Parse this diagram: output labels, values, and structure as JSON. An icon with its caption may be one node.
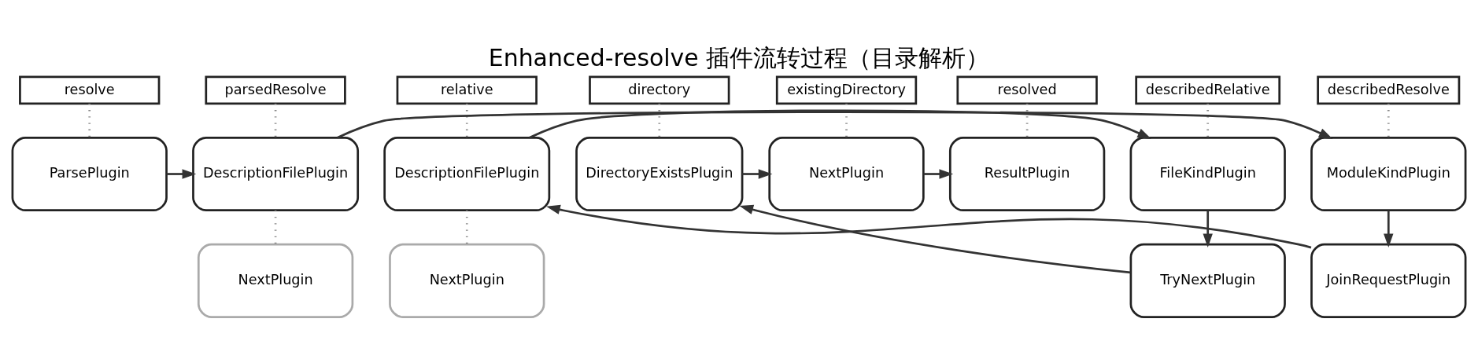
{
  "diagram": {
    "title": "Enhanced-resolve 插件流转过程（目录解析）",
    "nodes": [
      {
        "text": [
          "resolve"
        ]
      },
      {
        "text": [
          "parsedResolve"
        ]
      },
      {
        "text": [
          "describedResolve"
        ]
      },
      {
        "text": [
          "relative"
        ]
      },
      {
        "text": [
          "describedRelative"
        ]
      },
      {
        "text": [
          "directory"
        ]
      },
      {
        "text": [
          "existingDirectory"
        ]
      },
      {
        "text": [
          "resolved"
        ]
      },
      {
        "text": [
          "ParsePlugin"
        ]
      },
      {
        "text": [
          "DescriptionFilePlugin"
        ]
      },
      {
        "text": [
          "ModuleKindPlugin"
        ]
      },
      {
        "text": [
          "DescriptionFilePlugin"
        ]
      },
      {
        "text": [
          "FileKindPlugin"
        ]
      },
      {
        "text": [
          "DirectoryExistsPlugin"
        ]
      },
      {
        "text": [
          "NextPlugin"
        ]
      },
      {
        "text": [
          "ResultPlugin"
        ]
      },
      {
        "text": [
          "NextPlugin"
        ]
      },
      {
        "text": [
          "JoinRequestPlugin"
        ]
      },
      {
        "text": [
          "NextPlugin"
        ]
      },
      {
        "text": [
          "TryNextPlugin"
        ]
      }
    ],
    "edges": [
      {
        "from": 0,
        "to": 8,
        "arrow": "none",
        "style": "dashed",
        "color": "#888888"
      },
      {
        "from": 1,
        "to": 9,
        "arrow": "none",
        "style": "dashed",
        "color": "#888888"
      },
      {
        "from": 2,
        "to": 10,
        "arrow": "none",
        "style": "dashed",
        "color": "#888888"
      },
      {
        "from": 3,
        "to": 11,
        "arrow": "none",
        "style": "dashed",
        "color": "#888888"
      },
      {
        "from": 4,
        "to": 12,
        "arrow": "none",
        "style": "dashed",
        "color": "#888888"
      },
      {
        "from": 5,
        "to": 13,
        "arrow": "none",
        "style": "dashed",
        "color": "#888888"
      },
      {
        "from": 6,
        "to": 14,
        "arrow": "none",
        "style": "dashed",
        "color": "#888888"
      },
      {
        "from": 7,
        "to": 15,
        "arrow": "none",
        "style": "dashed",
        "color": "#888888"
      },
      {
        "from": 9,
        "to": 16,
        "arrow": "none",
        "style": "dashed",
        "color": "#888888"
      },
      {
        "from": 11,
        "to": 18,
        "arrow": "none",
        "style": "dashed",
        "color": "#888888"
      },
      {
        "from": 8,
        "to": 9,
        "arrow": "to"
      },
      {
        "from": 9,
        "to": 10,
        "arrow": "to"
      },
      {
        "from": 10,
        "to": 17,
        "arrow": "to"
      },
      {
        "from": 17,
        "to": 11,
        "arrow": "to"
      },
      {
        "from": 11,
        "to": 12,
        "arrow": "to"
      },
      {
        "from": 12,
        "to": 19,
        "arrow": "to"
      },
      {
        "from": 19,
        "to": 13,
        "arrow": "to"
      },
      {
        "from": 13,
        "to": 14,
        "arrow": "to"
      },
      {
        "from": 14,
        "to": 15,
        "arrow": "to"
      }
    ]
  }
}
